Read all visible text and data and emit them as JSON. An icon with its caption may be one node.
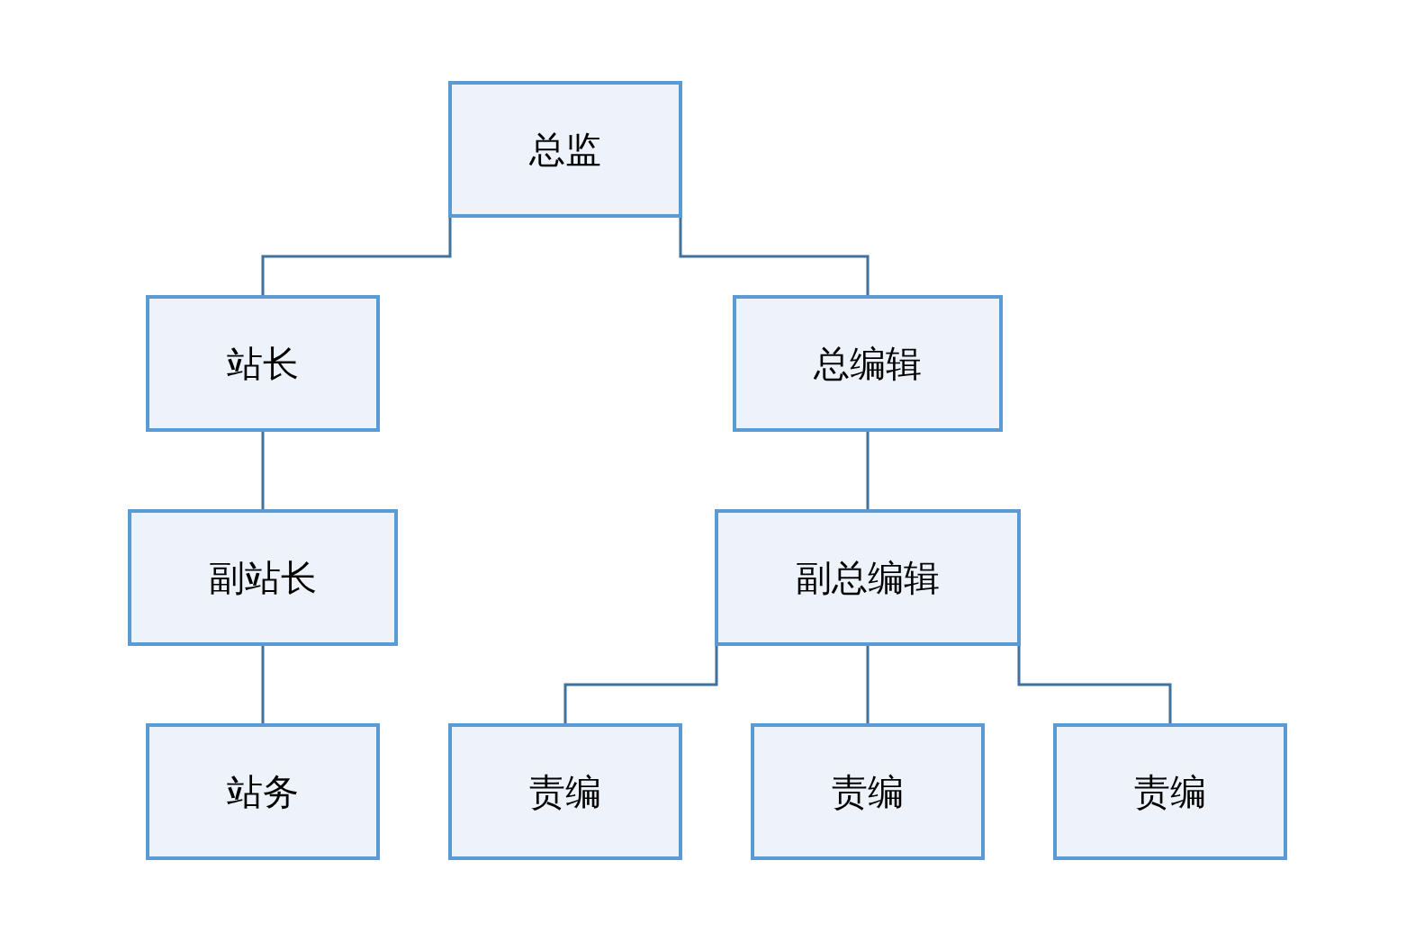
{
  "diagram": {
    "nodes": [
      {
        "text": [
          "总监"
        ]
      },
      {
        "text": [
          "站长"
        ]
      },
      {
        "text": [
          "总编辑"
        ]
      },
      {
        "text": [
          "副站长"
        ]
      },
      {
        "text": [
          "副总编辑"
        ]
      },
      {
        "text": [
          "站务"
        ]
      },
      {
        "text": [
          "责编"
        ]
      },
      {
        "text": [
          "责编"
        ]
      },
      {
        "text": [
          "责编"
        ]
      }
    ],
    "edges": [
      {
        "from": 0,
        "to": 1,
        "arrow": "none"
      },
      {
        "from": 0,
        "to": 2,
        "arrow": "none"
      },
      {
        "from": 1,
        "to": 3,
        "arrow": "none"
      },
      {
        "from": 2,
        "to": 4,
        "arrow": "none"
      },
      {
        "from": 3,
        "to": 5,
        "arrow": "none"
      },
      {
        "from": 4,
        "to": 6,
        "arrow": "none"
      },
      {
        "from": 4,
        "to": 7,
        "arrow": "none"
      },
      {
        "from": 4,
        "to": 8,
        "arrow": "none"
      }
    ]
  }
}
